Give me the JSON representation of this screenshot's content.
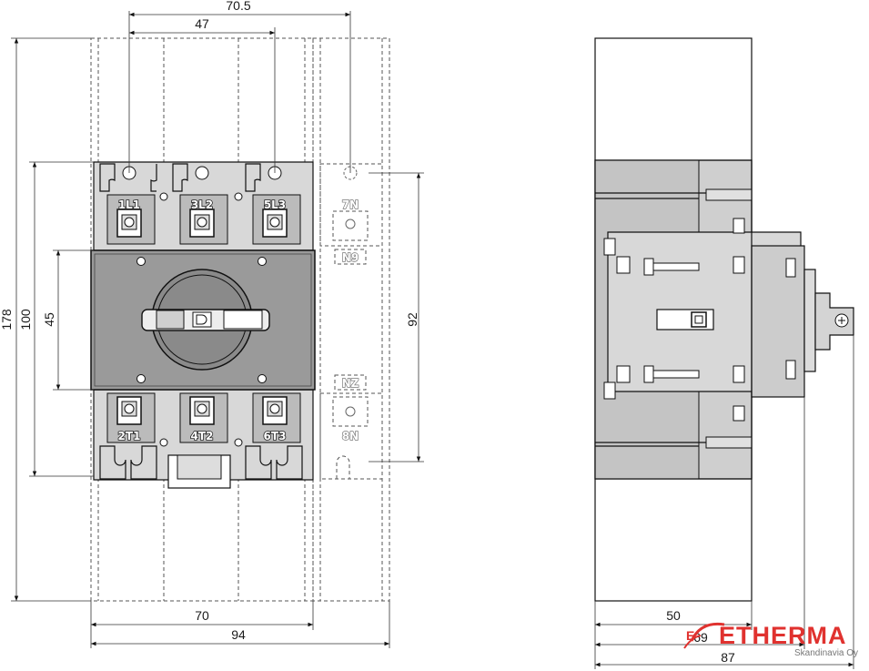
{
  "front_view": {
    "dimensions": {
      "top_outer": "70.5",
      "top_inner": "47",
      "left_outer": "178",
      "left_mid": "100",
      "left_inner": "45",
      "right": "92",
      "bottom_inner": "70",
      "bottom_outer": "94"
    },
    "terminals_top": [
      "1L1",
      "3L2",
      "5L3",
      "7N"
    ],
    "terminals_bottom": [
      "2T1",
      "4T2",
      "6T3",
      "8N"
    ],
    "neutral_labels": [
      "N9",
      "NZ"
    ]
  },
  "side_view": {
    "dimensions": {
      "d1": "50",
      "d2": "69",
      "d3": "87"
    }
  },
  "brand": {
    "name": "ETHERMA",
    "subtitle": "Skandinavia Oy",
    "color": "#e0322f"
  }
}
